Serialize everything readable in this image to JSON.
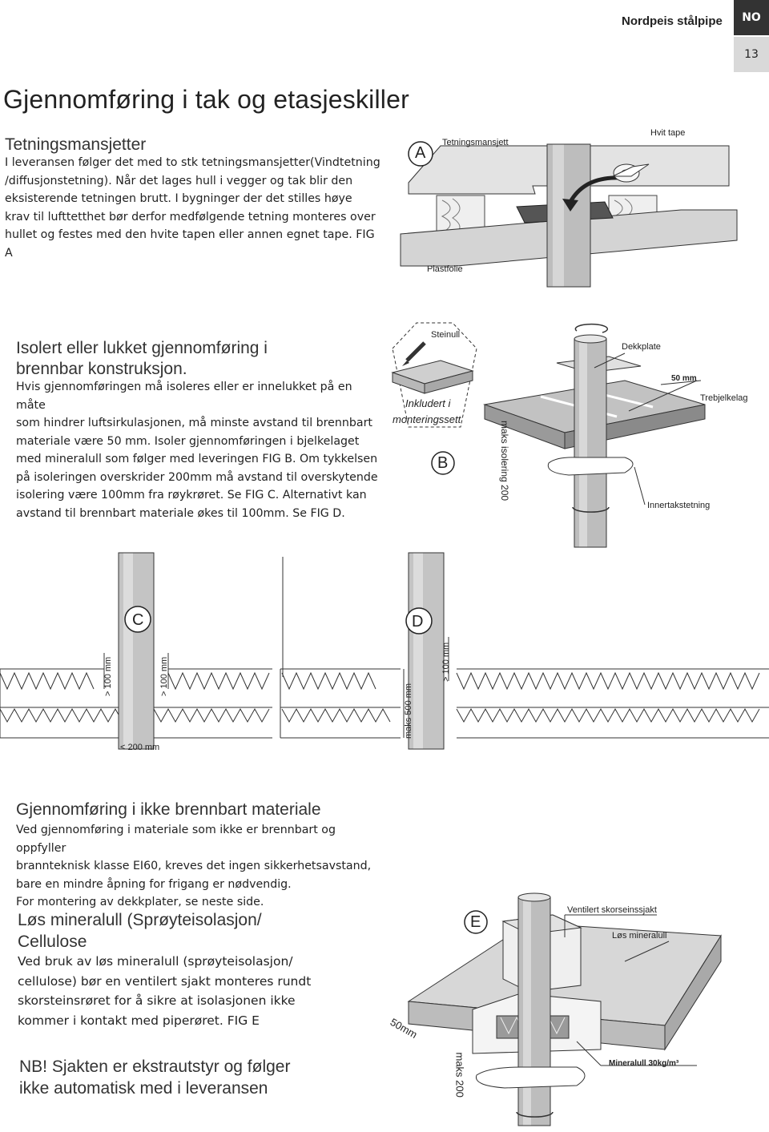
{
  "header": {
    "brand": "Nordpeis stålpipe",
    "lang": "NO",
    "page_number": "13"
  },
  "title": "Gjennomføring i tak og etasjeskiller",
  "sec1": {
    "heading": "Tetningsmansjetter",
    "lines": [
      "I leveransen følger det med to stk tetningsmansjetter(Vindtetning",
      "/diffusjonstetning). Når det lages hull i vegger og tak blir den",
      "eksisterende tetningen brutt. I bygninger der det stilles høye",
      "krav til lufttetthet bør derfor medfølgende tetning monteres over",
      "hullet og festes med den hvite tapen eller annen egnet tape. FIG A"
    ]
  },
  "figA": {
    "letter": "A",
    "label_mansjett": "Tetningsmansjett",
    "label_tape": "Hvit tape",
    "label_folie": "Plastfolie"
  },
  "sec2": {
    "heading_l1": "Isolert eller lukket gjennomføring i",
    "heading_l2": "brennbar konstruksjon.",
    "lines": [
      "Hvis gjennomføringen må isoleres eller er innelukket på en måte",
      "som hindrer luftsirkulasjonen, må minste avstand til brennbart",
      "materiale være 50 mm. Isoler gjennomføringen i bjelkelaget",
      "med mineralull som følger med leveringen FIG B.  Om tykkelsen",
      "på isoleringen overskrider 200mm må avstand til overskytende",
      "isolering være 100mm fra røykrøret. Se FIG C. Alternativt kan",
      "avstand til brennbart materiale økes til 100mm. Se FIG D."
    ]
  },
  "figB": {
    "letter": "B",
    "label_steinull": "Steinull",
    "label_inkl_1": "Inkludert i",
    "label_inkl_2": "monteringssett",
    "label_dekkplate": "Dekkplate",
    "label_50": "50 mm",
    "label_trebjelk": "Trebjelkelag",
    "label_maks": "maks isolering 200",
    "label_inner": "Innertakstetning"
  },
  "figC": {
    "letter": "C",
    "label_gt1": "> 100 mm",
    "label_gt2": "> 100 mm",
    "label_lt": "< 200 mm"
  },
  "figD": {
    "letter": "D",
    "label_gt": "> 100 mm",
    "label_maks": "maks 500 mm"
  },
  "sec3": {
    "heading": "Gjennomføring i ikke brennbart materiale",
    "lines": [
      "Ved gjennomføring i materiale som ikke er brennbart og oppfyller",
      "brannteknisk klasse EI60, kreves det ingen sikkerhetsavstand,",
      "bare en mindre åpning for frigang er nødvendig.",
      "For montering av dekkplater, se neste side."
    ]
  },
  "sec4": {
    "heading_l1": "Løs mineralull (Sprøyteisolasjon/",
    "heading_l2": "Cellulose",
    "lines": [
      "Ved bruk av løs mineralull (sprøyteisolasjon/",
      "cellulose) bør en ventilert sjakt monteres rundt",
      "skorsteinsrøret for å sikre at isolasjonen ikke",
      "kommer i kontakt med piperøret. FIG E"
    ]
  },
  "note": {
    "l1": "NB! Sjakten er ekstrautstyr og følger",
    "l2": "ikke automatisk med i leveransen"
  },
  "figE": {
    "letter": "E",
    "label_vent": "Ventilert skorseinssjakt",
    "label_los": "Løs mineralull",
    "label_50": "50mm",
    "label_maks": "maks 200",
    "label_min": "Mineralull 30kg/m³"
  }
}
